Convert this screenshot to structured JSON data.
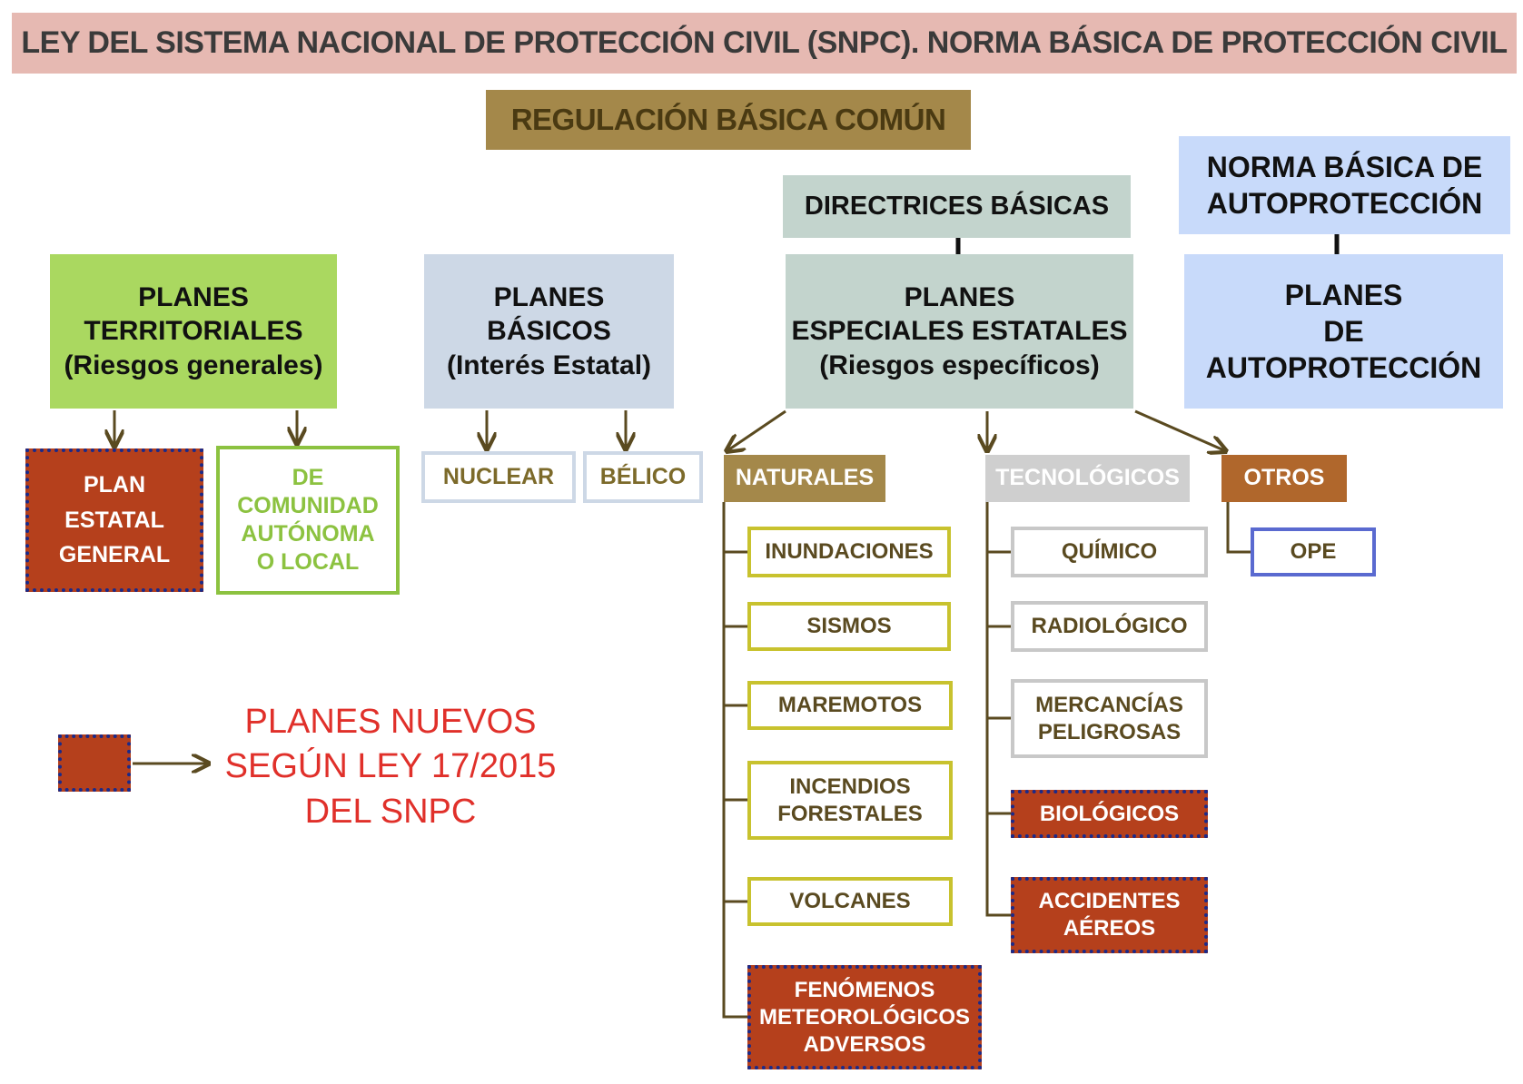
{
  "title": "LEY DEL SISTEMA NACIONAL DE PROTECCIÓN CIVIL (SNPC). NORMA BÁSICA DE PROTECCIÓN CIVIL",
  "regulacion": "REGULACIÓN BÁSICA COMÚN",
  "directrices": "DIRECTRICES BÁSICAS",
  "norma_autoproteccion": [
    "NORMA BÁSICA DE",
    "AUTOPROTECCIÓN"
  ],
  "planes_territoriales": {
    "lines": [
      "PLANES",
      "TERRITORIALES",
      "(Riesgos generales)"
    ],
    "children": {
      "plan_estatal": [
        "PLAN",
        "ESTATAL",
        "GENERAL"
      ],
      "comunidad": [
        "DE",
        "COMUNIDAD",
        "AUTÓNOMA",
        "O LOCAL"
      ]
    }
  },
  "planes_basicos": {
    "lines": [
      "PLANES",
      "BÁSICOS",
      "(Interés Estatal)"
    ],
    "children": [
      "NUCLEAR",
      "BÉLICO"
    ]
  },
  "planes_especiales": {
    "lines": [
      "PLANES",
      "ESPECIALES ESTATALES",
      "(Riesgos específicos)"
    ]
  },
  "planes_autoproteccion": [
    "PLANES",
    "DE",
    "AUTOPROTECCIÓN"
  ],
  "naturales": {
    "label": "NATURALES",
    "items": [
      [
        "INUNDACIONES"
      ],
      [
        "SISMOS"
      ],
      [
        "MAREMOTOS"
      ],
      [
        "INCENDIOS",
        "FORESTALES"
      ],
      [
        "VOLCANES"
      ],
      [
        "FENÓMENOS",
        "METEOROLÓGICOS",
        "ADVERSOS"
      ]
    ]
  },
  "tecnologicos": {
    "label": "TECNOLÓGICOS",
    "items": [
      [
        "QUÍMICO"
      ],
      [
        "RADIOLÓGICO"
      ],
      [
        "MERCANCÍAS",
        "PELIGROSAS"
      ],
      [
        "BIOLÓGICOS"
      ],
      [
        "ACCIDENTES",
        "AÉREOS"
      ]
    ]
  },
  "otros": {
    "label": "OTROS",
    "items": [
      "OPE"
    ]
  },
  "legend": [
    "PLANES NUEVOS",
    "SEGÚN LEY 17/2015",
    "DEL SNPC"
  ],
  "colors": {
    "new_plan_fill": "#b5401c",
    "new_plan_border": "#1a2a8a",
    "connector": "#5a4a20",
    "legend_text": "#e0302a"
  }
}
